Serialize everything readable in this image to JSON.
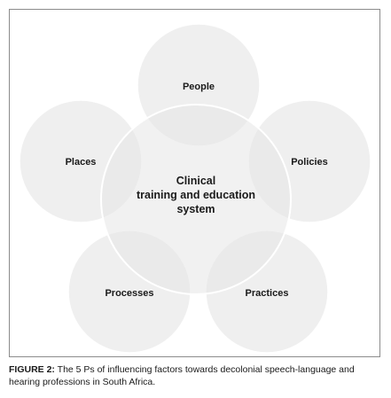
{
  "diagram": {
    "center": {
      "lines": [
        "Clinical",
        "training and education",
        "system"
      ]
    },
    "nodes": [
      {
        "id": "people",
        "label": "People"
      },
      {
        "id": "policies",
        "label": "Policies"
      },
      {
        "id": "practices",
        "label": "Practices"
      },
      {
        "id": "processes",
        "label": "Processes"
      },
      {
        "id": "places",
        "label": "Places"
      }
    ]
  },
  "caption": {
    "label": "FIGURE 2:",
    "text": "The 5 Ps of influencing factors towards decolonial speech-language and hearing professions in South Africa."
  }
}
